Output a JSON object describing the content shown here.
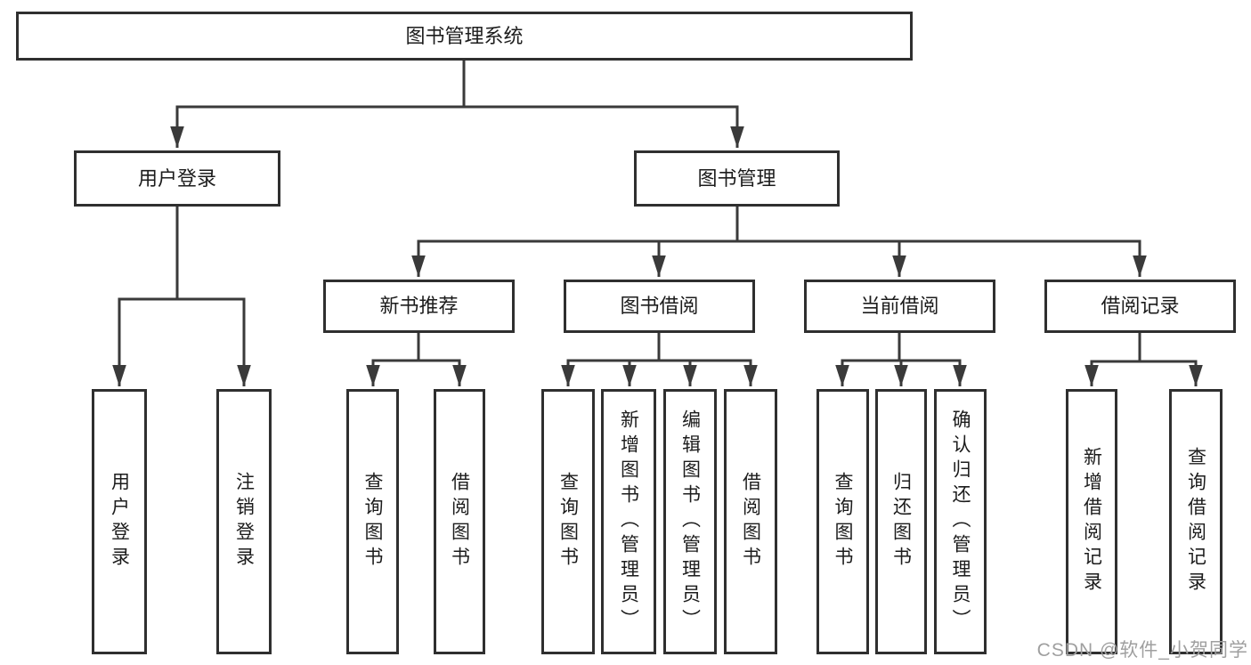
{
  "colors": {
    "line": "#3a3a3a",
    "border": "#2f2f2f",
    "text": "#1c1c1c",
    "watermark": "#9f9f9f",
    "background": "#ffffff"
  },
  "tree": {
    "root": {
      "label": "图书管理系统"
    },
    "children": [
      {
        "label": "用户登录",
        "children": [
          {
            "label": "用户登录"
          },
          {
            "label": "注销登录"
          }
        ]
      },
      {
        "label": "图书管理",
        "children": [
          {
            "label": "新书推荐",
            "children": [
              {
                "label": "查询图书"
              },
              {
                "label": "借阅图书"
              }
            ]
          },
          {
            "label": "图书借阅",
            "children": [
              {
                "label": "查询图书"
              },
              {
                "label": "新增图书（管理员）"
              },
              {
                "label": "编辑图书（管理员）"
              },
              {
                "label": "借阅图书"
              }
            ]
          },
          {
            "label": "当前借阅",
            "children": [
              {
                "label": "查询图书"
              },
              {
                "label": "归还图书"
              },
              {
                "label": "确认归还（管理员）"
              }
            ]
          },
          {
            "label": "借阅记录",
            "children": [
              {
                "label": "新增借阅记录"
              },
              {
                "label": "查询借阅记录"
              }
            ]
          }
        ]
      }
    ]
  },
  "watermark": {
    "text": "CSDN @软件_小贺同学"
  }
}
